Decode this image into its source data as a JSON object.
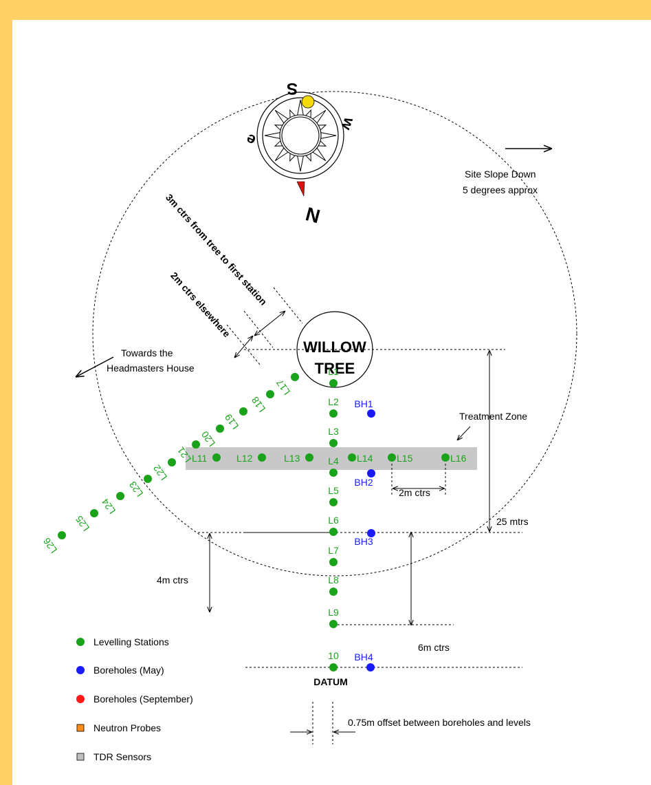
{
  "compass": {
    "S": "S",
    "W": "w",
    "E": "e",
    "N": "N"
  },
  "tree": {
    "line1": "WILLOW",
    "line2": "TREE"
  },
  "slope": {
    "line1": "Site Slope Down",
    "line2": "5 degrees approx"
  },
  "headmaster": {
    "line1": "Towards the",
    "line2": "Headmasters House"
  },
  "notes": {
    "tree_to_station": "3m ctrs from tree to first station",
    "elsewhere": "2m ctrs elsewhere",
    "treatment_zone": "Treatment Zone",
    "ctrs_2m": "2m ctrs",
    "ctrs_4m": "4m ctrs",
    "ctrs_6m": "6m ctrs",
    "mtrs_25": "25 mtrs",
    "datum": "DATUM",
    "offset": "0.75m offset between boreholes and levels"
  },
  "stations_vertical": [
    {
      "label": "L1"
    },
    {
      "label": "L2"
    },
    {
      "label": "L3"
    },
    {
      "label": "L4"
    },
    {
      "label": "L5"
    },
    {
      "label": "L6"
    },
    {
      "label": "L7"
    },
    {
      "label": "L8"
    },
    {
      "label": "L9"
    },
    {
      "label": "10"
    }
  ],
  "stations_horizontal": [
    {
      "label": "L11"
    },
    {
      "label": "L12"
    },
    {
      "label": "L13"
    },
    {
      "label": "L14"
    },
    {
      "label": "L15"
    },
    {
      "label": "L16"
    }
  ],
  "stations_diagonal": [
    {
      "label": "L17"
    },
    {
      "label": "L18"
    },
    {
      "label": "L19"
    },
    {
      "label": "L20"
    },
    {
      "label": "L21"
    },
    {
      "label": "L22"
    },
    {
      "label": "L23"
    },
    {
      "label": "L24"
    },
    {
      "label": "L25"
    },
    {
      "label": "L26"
    }
  ],
  "boreholes": [
    {
      "label": "BH1"
    },
    {
      "label": "BH2"
    },
    {
      "label": "BH3"
    },
    {
      "label": "BH4"
    }
  ],
  "legend": [
    {
      "label": "Levelling Stations",
      "color": "#1aa31a",
      "shape": "circle"
    },
    {
      "label": "Boreholes (May)",
      "color": "#1a1aff",
      "shape": "circle"
    },
    {
      "label": "Boreholes (September)",
      "color": "#ff1a1a",
      "shape": "circle"
    },
    {
      "label": "Neutron Probes",
      "color": "#ff8c1a",
      "shape": "square"
    },
    {
      "label": "TDR Sensors",
      "color": "#c0c0c0",
      "shape": "square"
    }
  ],
  "colors": {
    "station": "#1aa31a",
    "borehole": "#1a1aff",
    "border": "#ffd166",
    "tdr": "#c0c0c0",
    "sun": "#f5d90a",
    "needle": "#e01010"
  }
}
